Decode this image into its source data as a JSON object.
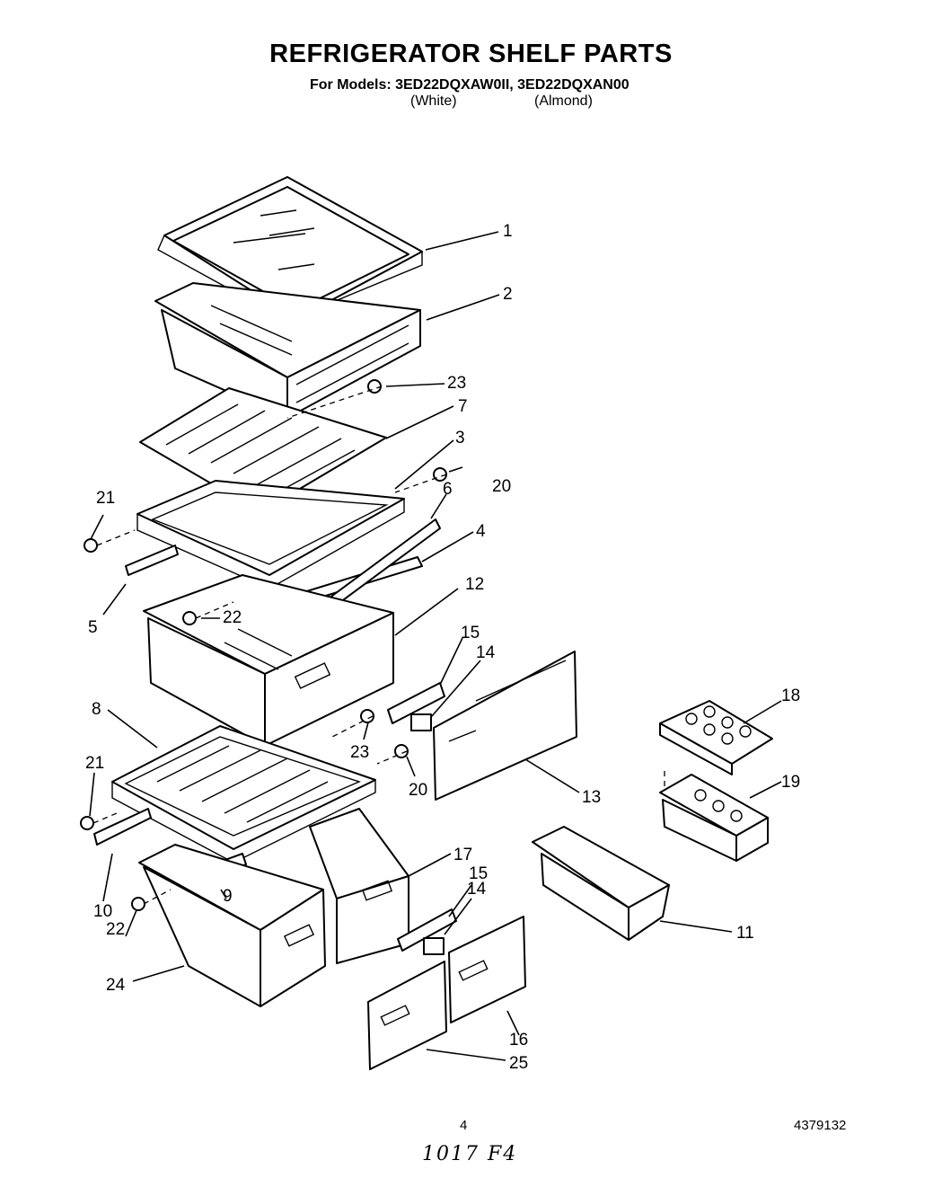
{
  "title": "REFRIGERATOR SHELF PARTS",
  "models_line": "For Models: 3ED22DQXAW0II, 3ED22DQXAN00",
  "variants": {
    "white": "(White)",
    "almond": "(Almond)"
  },
  "footer": {
    "page_number": "4",
    "doc_number": "4379132",
    "handwritten": "1017 F4"
  },
  "callouts": [
    "1",
    "2",
    "23",
    "7",
    "3",
    "20",
    "6",
    "21",
    "4",
    "5",
    "12",
    "22",
    "15",
    "14",
    "8",
    "18",
    "23",
    "20",
    "21",
    "13",
    "19",
    "17",
    "15",
    "14",
    "10",
    "9",
    "22",
    "11",
    "24",
    "16",
    "25"
  ]
}
